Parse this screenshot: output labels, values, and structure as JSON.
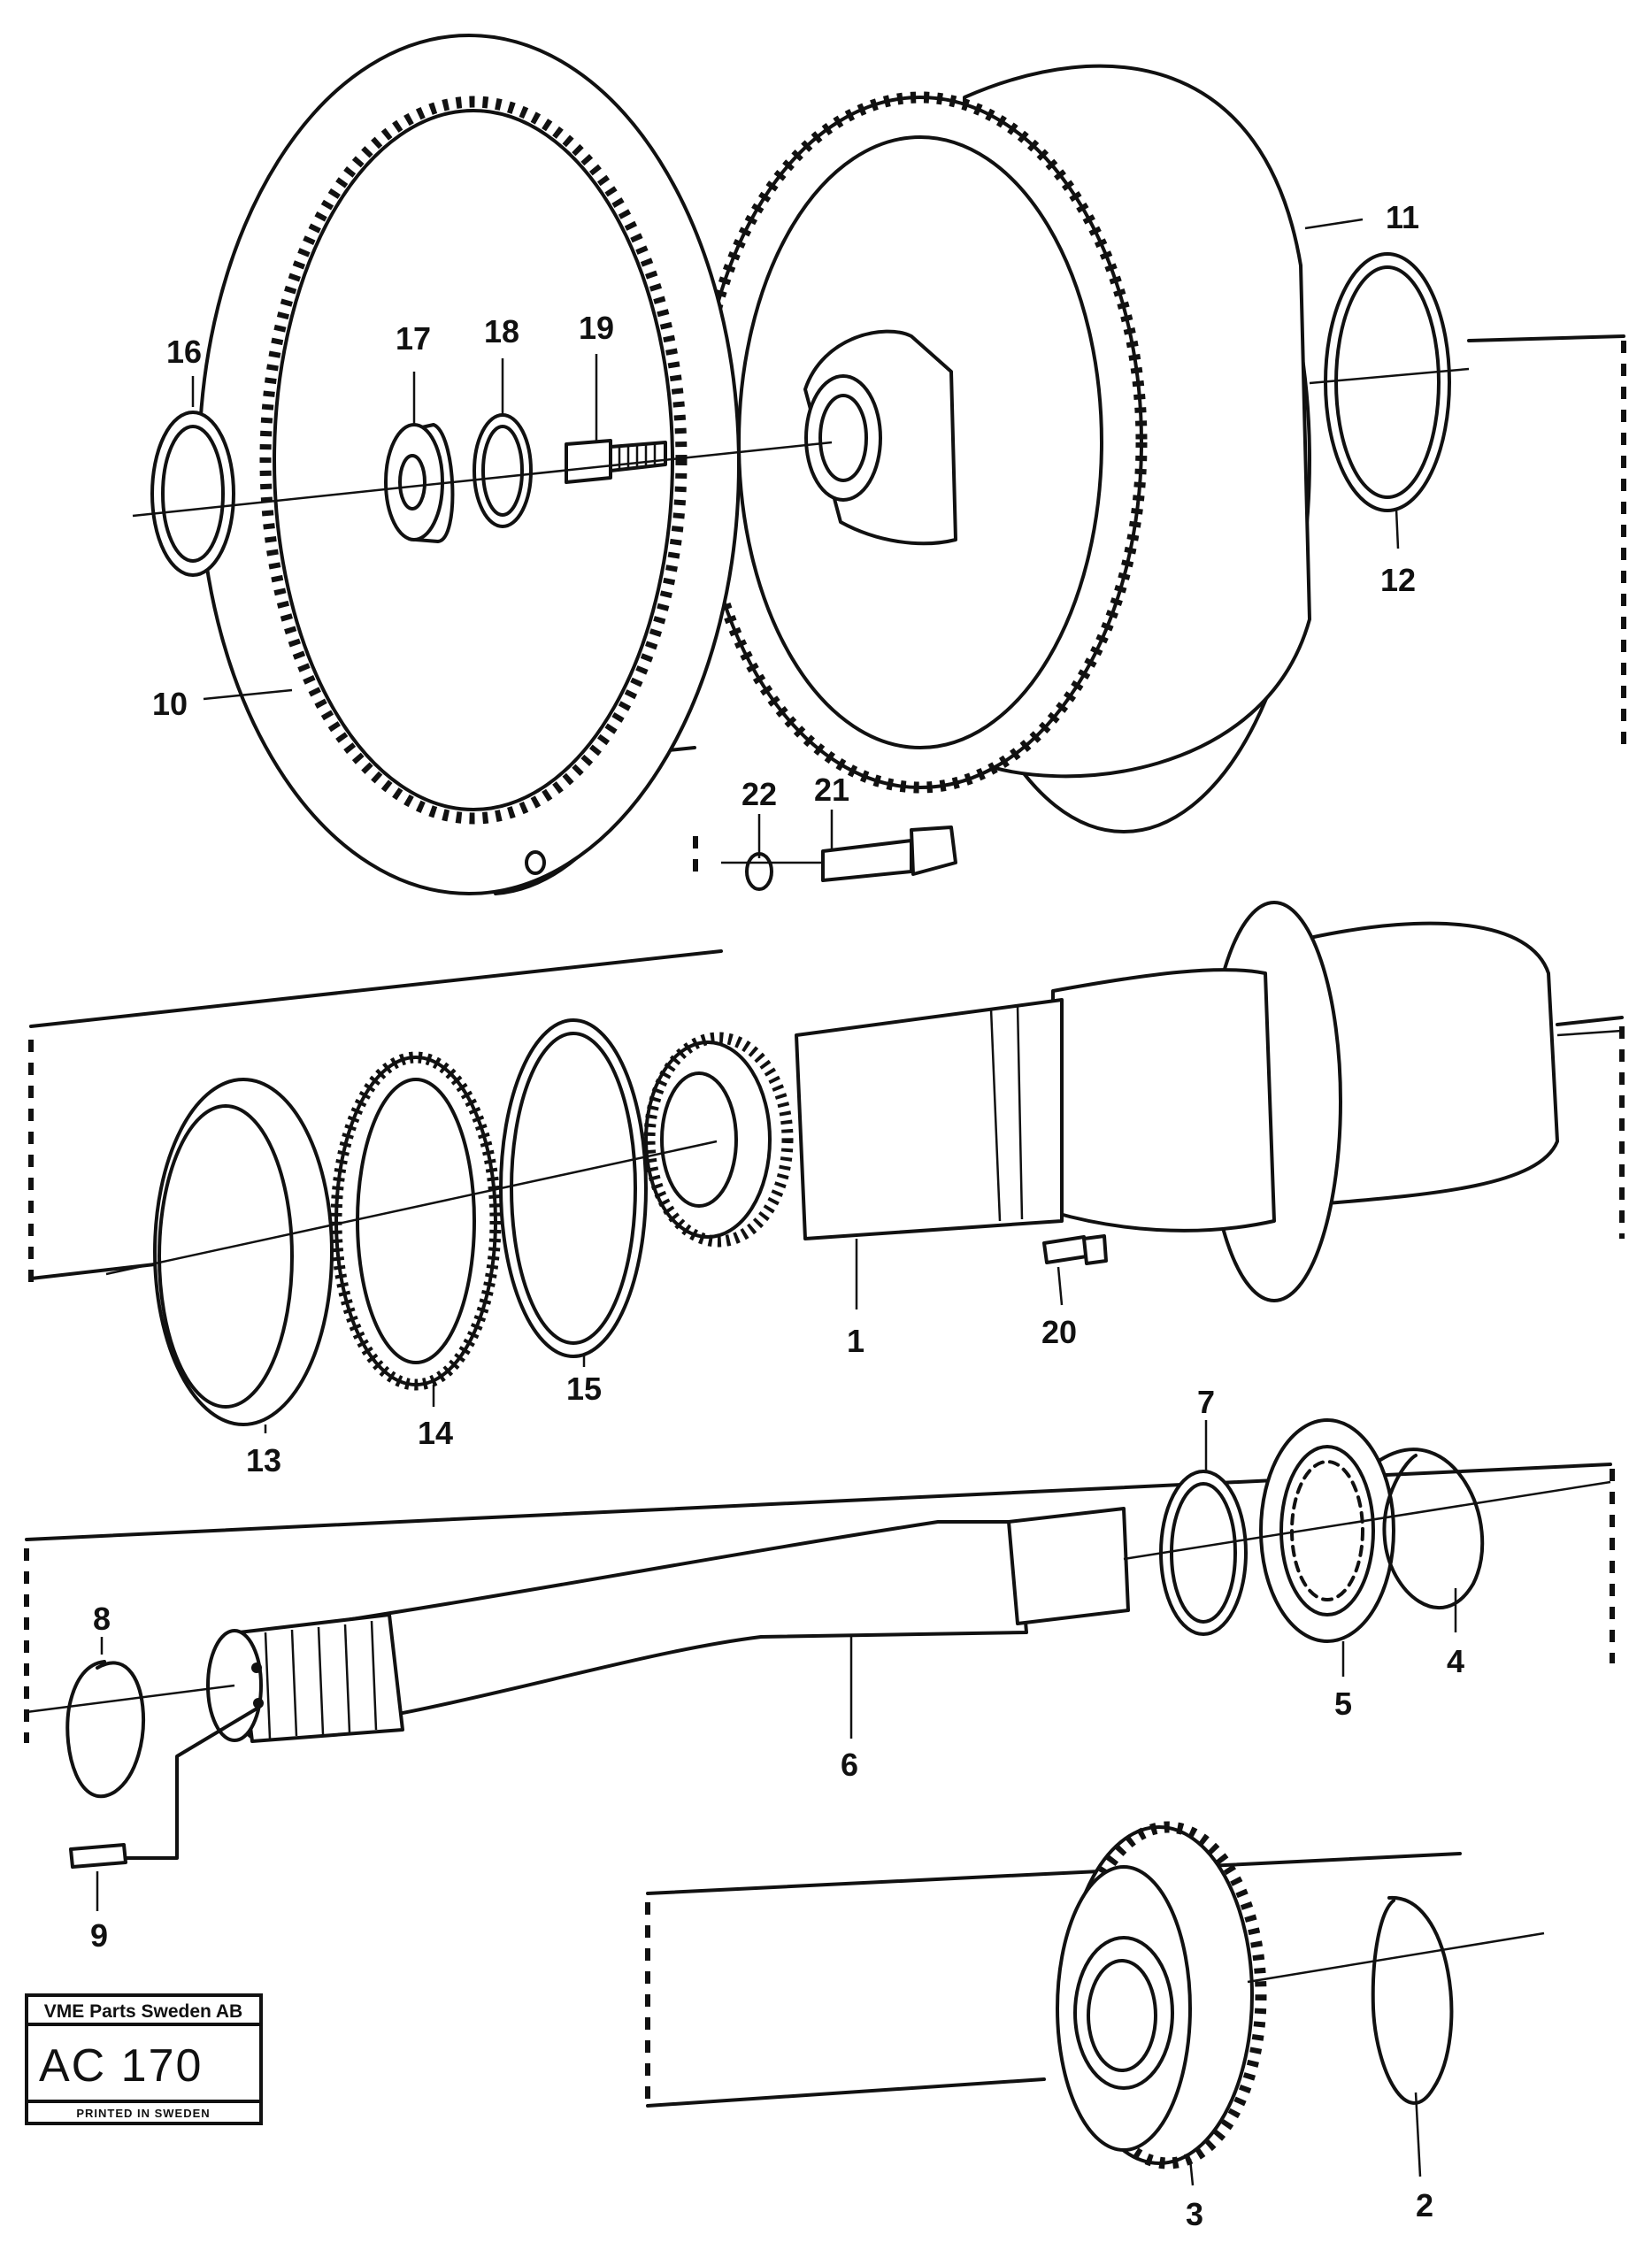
{
  "part_numbers": [
    "1",
    "2",
    "3",
    "4",
    "5",
    "6",
    "7",
    "8",
    "9",
    "10",
    "11",
    "12",
    "13",
    "14",
    "15",
    "16",
    "17",
    "18",
    "19",
    "20",
    "21",
    "22"
  ],
  "stamp": {
    "company": "VME Parts Sweden AB",
    "code": "AC 170",
    "printed": "PRINTED IN SWEDEN"
  }
}
